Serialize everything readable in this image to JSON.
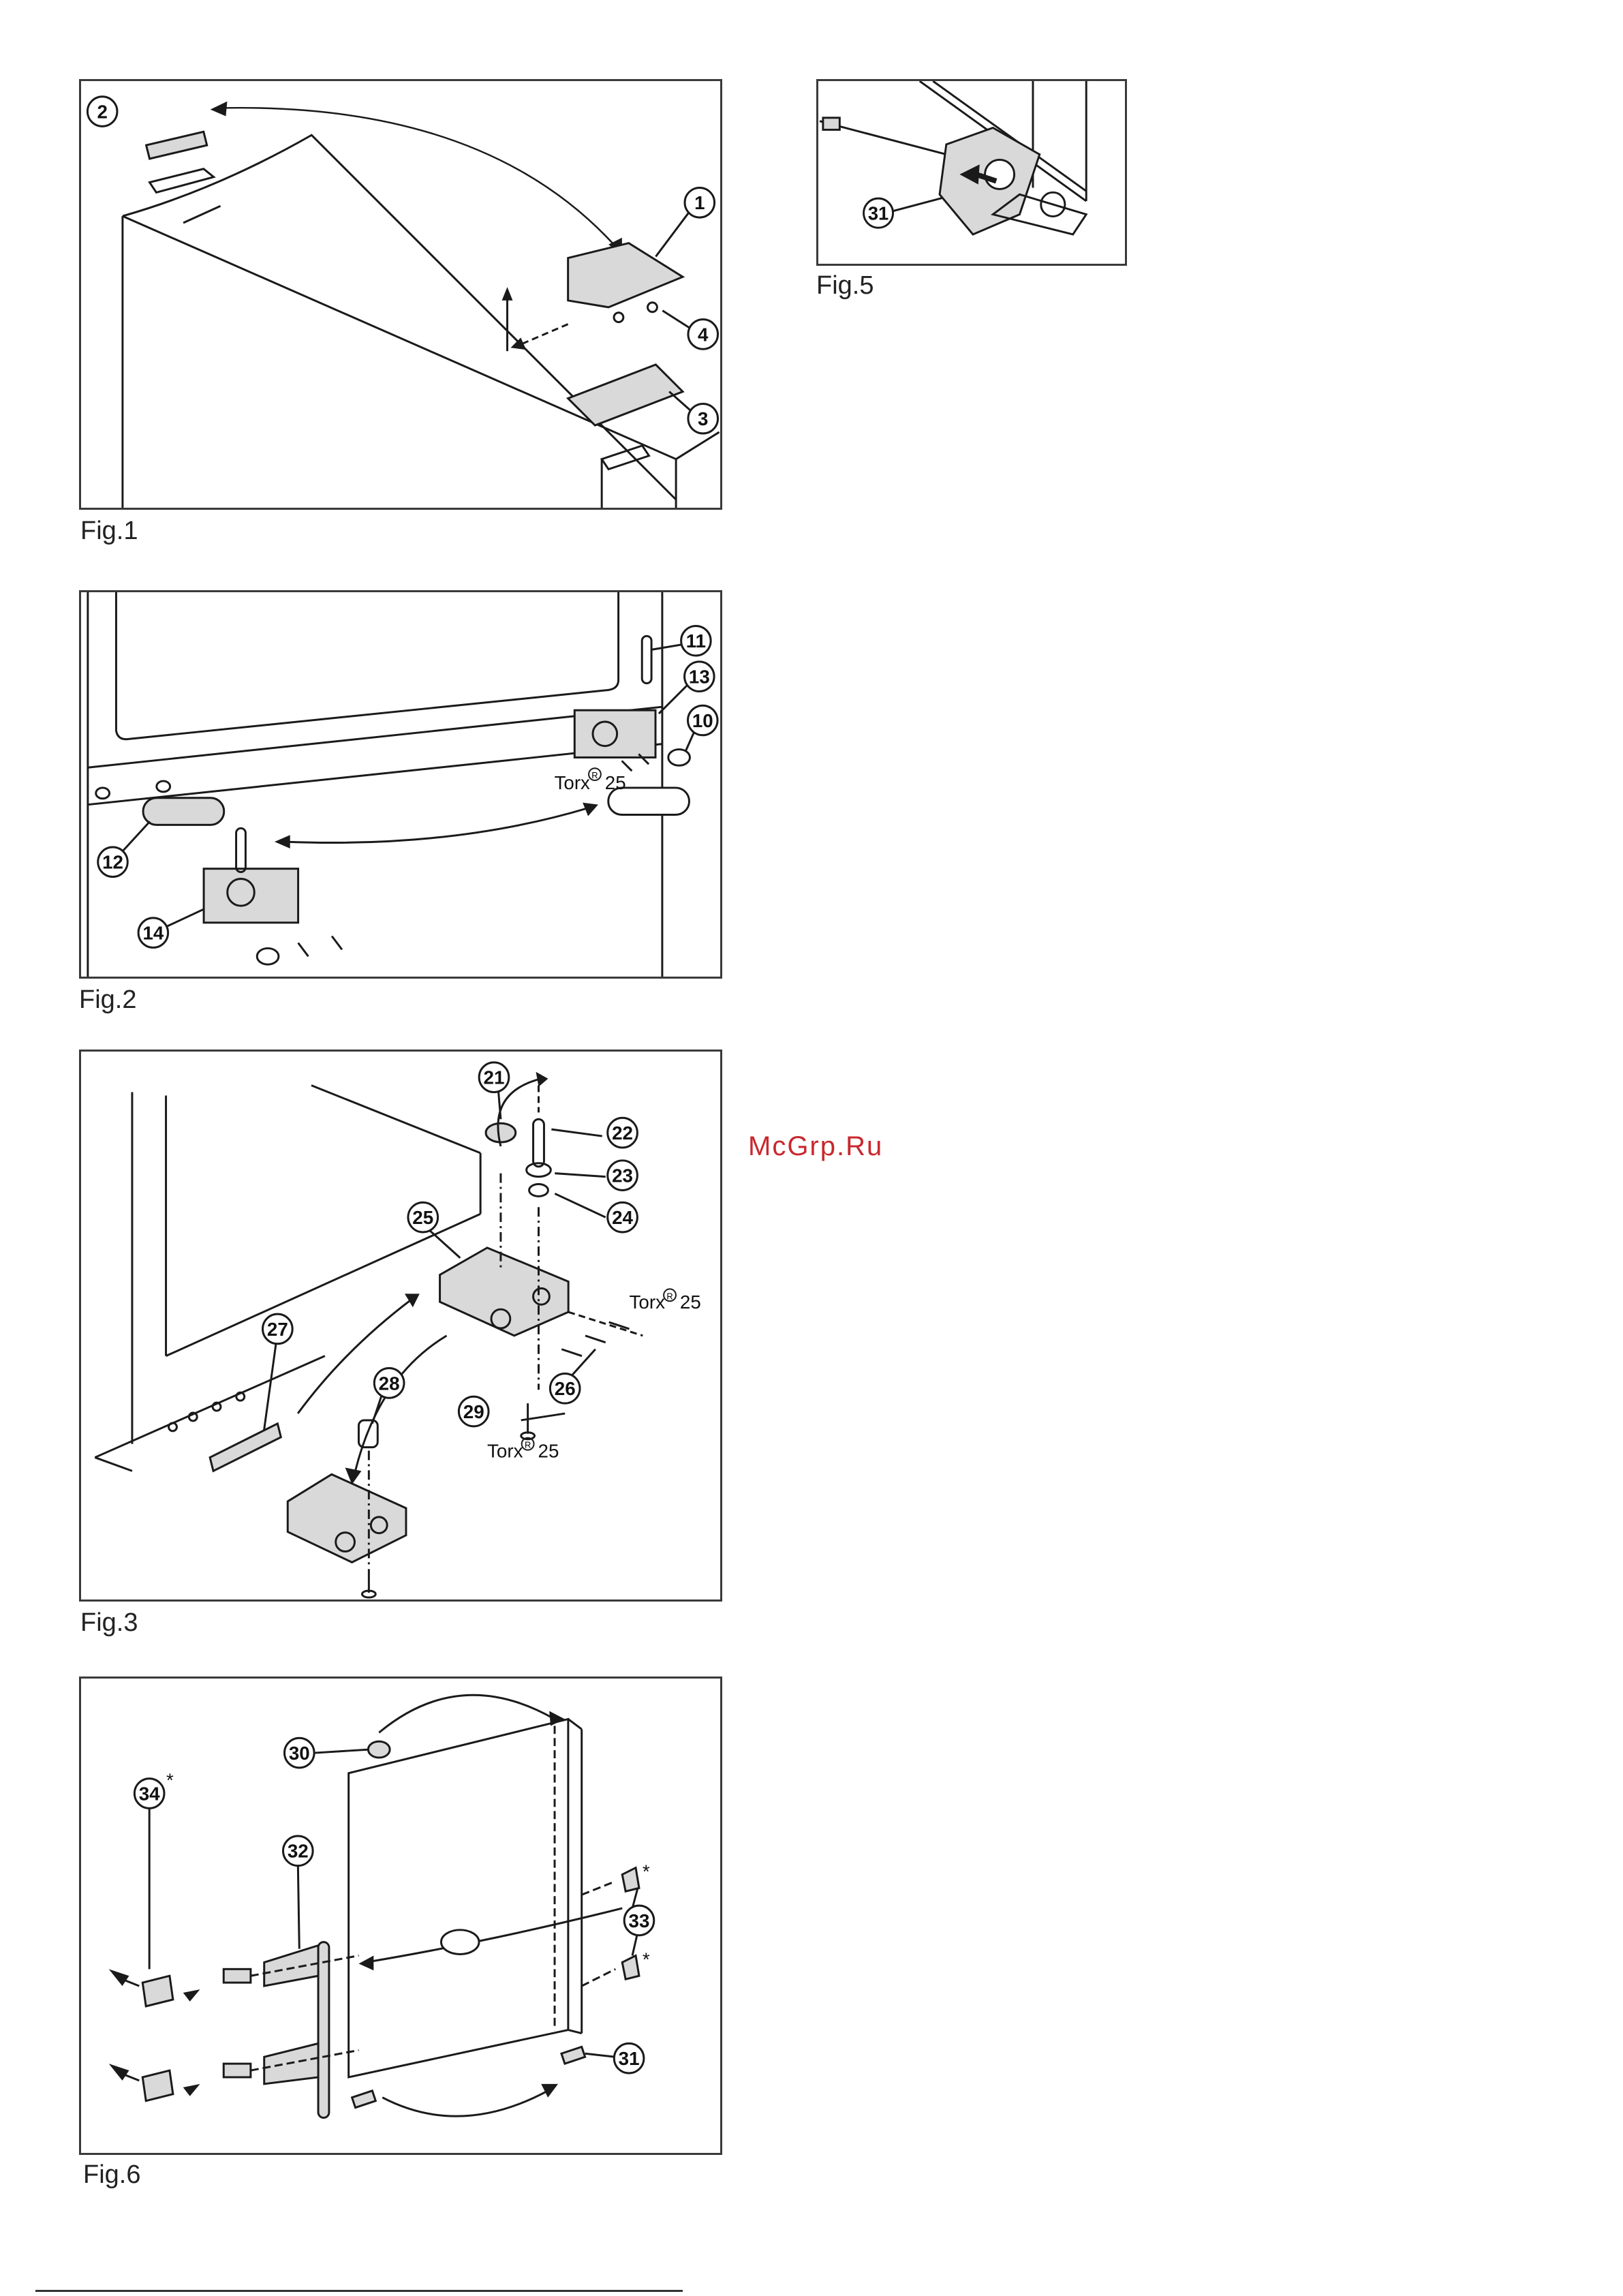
{
  "figures": {
    "fig1": {
      "label": "Fig.1",
      "callouts": [
        "1",
        "2",
        "3",
        "4"
      ]
    },
    "fig2": {
      "label": "Fig.2",
      "callouts": [
        "10",
        "11",
        "12",
        "13",
        "14"
      ],
      "torx": "Torx",
      "torx_reg": "R",
      "torx_size": "25"
    },
    "fig3": {
      "label": "Fig.3",
      "callouts": [
        "21",
        "22",
        "23",
        "24",
        "25",
        "26",
        "27",
        "28",
        "29"
      ],
      "torx": "Torx",
      "torx_reg": "R",
      "torx_size": "25"
    },
    "fig5": {
      "label": "Fig.5",
      "callouts": [
        "31"
      ]
    },
    "fig6": {
      "label": "Fig.6",
      "callouts": [
        "30",
        "31",
        "32",
        "33",
        "34"
      ],
      "asterisk": "*"
    }
  },
  "watermark": "McGrp.Ru",
  "colors": {
    "line": "#1a1a1a",
    "part_fill": "#d9d9d9",
    "watermark": "#c8282e",
    "frame": "#3a3a3a"
  }
}
